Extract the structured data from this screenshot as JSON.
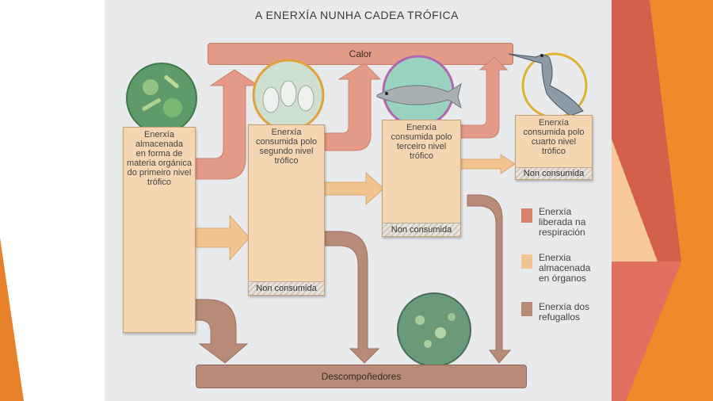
{
  "title": "A ENERXÍA NUNHA CADEA TRÓFICA",
  "top_bar": "Calor",
  "bottom_bar": "Descompoñedores",
  "levels": [
    {
      "text": "Enerxía almacenada en forma de materia orgánica do primeiro nivel trófico",
      "lines": [
        "Enerxía",
        "almacenada",
        "en forma de",
        "materia orgánica",
        "do primeiro nivel",
        "trófico"
      ]
    },
    {
      "text": "Enerxía consumida polo segundo nivel trófico",
      "lines": [
        "Enerxía",
        "consumida polo",
        "segundo nivel",
        "trófico"
      ],
      "non_consumed": "Non consumida"
    },
    {
      "text": "Enerxía consumida polo terceiro nivel trófico",
      "lines": [
        "Enerxía",
        "consumida polo",
        "terceiro nivel",
        "trófico"
      ],
      "non_consumed": "Non consumida"
    },
    {
      "text": "Enerxía consumida polo cuarto nivel trófico",
      "lines": [
        "Enerxía",
        "consumida polo",
        "cuarto nivel",
        "trófico"
      ],
      "non_consumed": "Non consumida"
    }
  ],
  "legend": [
    {
      "label": "Enerxía liberada na respiración",
      "lines": [
        "Enerxía",
        "liberada na",
        "respiración"
      ],
      "color": "#d9806a"
    },
    {
      "label": "Enerxia almacenada en órganos",
      "lines": [
        "Enerxia",
        "almacenada",
        "en órganos"
      ],
      "color": "#f2c590"
    },
    {
      "label": "Enerxía dos refugallos",
      "lines": [
        "Enerxía dos",
        "refugallos"
      ],
      "color": "#b88a78"
    }
  ],
  "colors": {
    "heat": "#e39a86",
    "stored": "#f2c590",
    "waste": "#b88a78",
    "box": "#f4d6b2",
    "page": "#e9eaec"
  }
}
